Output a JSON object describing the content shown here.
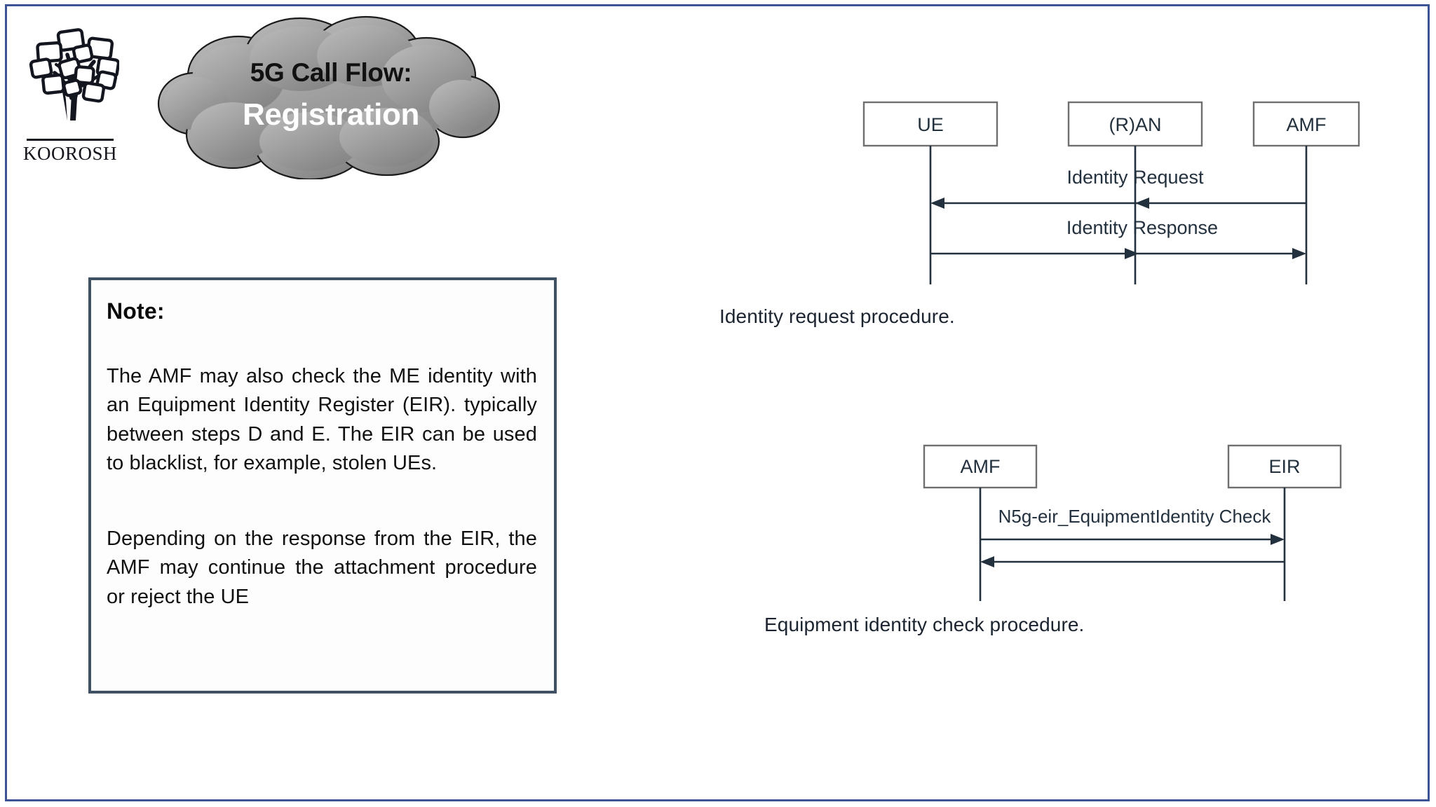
{
  "slide": {
    "border_color": "#3c5496",
    "background": "#ffffff"
  },
  "logo": {
    "icon_name": "koorosh-tree-logo",
    "brand": "KOOROSH"
  },
  "title_cloud": {
    "line1": "5G Call Flow:",
    "line2": "Registration",
    "fill_from": "#b4b4b4",
    "fill_to": "#868686",
    "stroke": "#1a1a1a",
    "line1_color": "#111111",
    "line2_color": "#ffffff"
  },
  "note": {
    "heading": "Note:",
    "border_color": "#3f5163",
    "paragraphs": [
      "The AMF may also check the ME identity with an Equipment Identity Register (EIR). typically between steps D and E. The EIR can be used to blacklist, for example, stolen UEs.",
      "Depending on the response from the EIR, the AMF may continue the attachment procedure or reject the UE"
    ]
  },
  "diagrams": [
    {
      "id": "identity-request",
      "caption": "Identity request procedure.",
      "lifelines": [
        {
          "label": "UE"
        },
        {
          "label": "(R)AN"
        },
        {
          "label": "AMF"
        }
      ],
      "messages": [
        {
          "label": "Identity Request",
          "from": "AMF",
          "to": "UE",
          "direction": "left"
        },
        {
          "label": "Identity Response",
          "from": "UE",
          "to": "AMF",
          "direction": "right"
        }
      ]
    },
    {
      "id": "equipment-identity-check",
      "caption": "Equipment identity check procedure.",
      "lifelines": [
        {
          "label": "AMF"
        },
        {
          "label": "EIR"
        }
      ],
      "messages": [
        {
          "label": "N5g-eir_EquipmentIdentity Check",
          "from": "AMF",
          "to": "EIR",
          "direction": "right"
        },
        {
          "label": "",
          "from": "EIR",
          "to": "AMF",
          "direction": "left"
        }
      ]
    }
  ]
}
